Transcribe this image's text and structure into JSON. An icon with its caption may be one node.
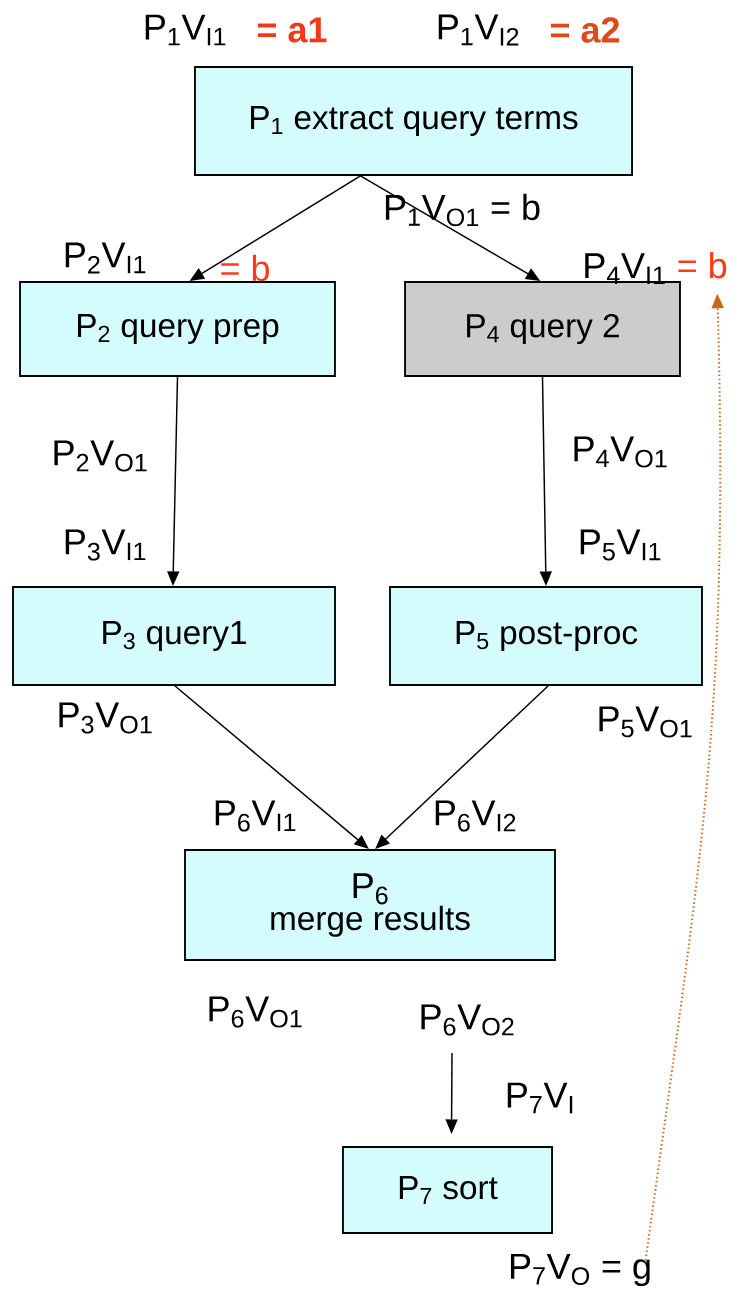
{
  "diagram": {
    "nodes": [
      {
        "text": [
          "P$_{1}$ extract query terms"
        ]
      },
      {
        "text": [
          "P$_{2}$ query prep"
        ]
      },
      {
        "text": [
          "P$_{3}$ query1"
        ]
      },
      {
        "text": [
          "P$_{4}$ query 2"
        ]
      },
      {
        "text": [
          "P$_{5}$ post-proc"
        ]
      },
      {
        "text": [
          "P$_{6}$",
          "merge results"
        ]
      },
      {
        "text": [
          "P$_{7}$ sort"
        ]
      },
      {
        "text": [
          "P$_{7}$V$_{O}$ = g"
        ]
      },
      {
        "text": [
          "P$_{4}$V$_{I1}$",
          "= b"
        ]
      }
    ],
    "edges": [
      {
        "from": 0,
        "to": 1,
        "arrow": "to"
      },
      {
        "from": 0,
        "to": 3,
        "arrow": "to"
      },
      {
        "from": 1,
        "to": 2,
        "arrow": "to"
      },
      {
        "from": 3,
        "to": 4,
        "arrow": "to"
      },
      {
        "from": 2,
        "to": 5,
        "arrow": "to"
      },
      {
        "from": 4,
        "to": 5,
        "arrow": "to"
      },
      {
        "from": null,
        "to": 6,
        "arrow": "to"
      },
      {
        "from": 7,
        "to": 8,
        "arrow": "to",
        "style": "dashed",
        "color": "#cc6619"
      }
    ],
    "labels": [
      "P$_{1}$V$_{I1}$",
      "= a1",
      "P$_{1}$V$_{I2}$",
      "= a2",
      "P$_{1}$V$_{O1}$ = b",
      "P$_{2}$V$_{I1}$",
      "= b",
      "P$_{2}$V$_{O1}$",
      "P$_{4}$V$_{O1}$",
      "P$_{3}$V$_{I1}$",
      "P$_{5}$V$_{I1}$",
      "P$_{3}$V$_{O1}$",
      "P$_{5}$V$_{O1}$",
      "P$_{6}$V$_{I1}$",
      "P$_{6}$V$_{I2}$",
      "P$_{6}$V$_{O1}$",
      "P$_{6}$V$_{O2}$",
      "P$_{7}$V$_{I}$"
    ]
  }
}
